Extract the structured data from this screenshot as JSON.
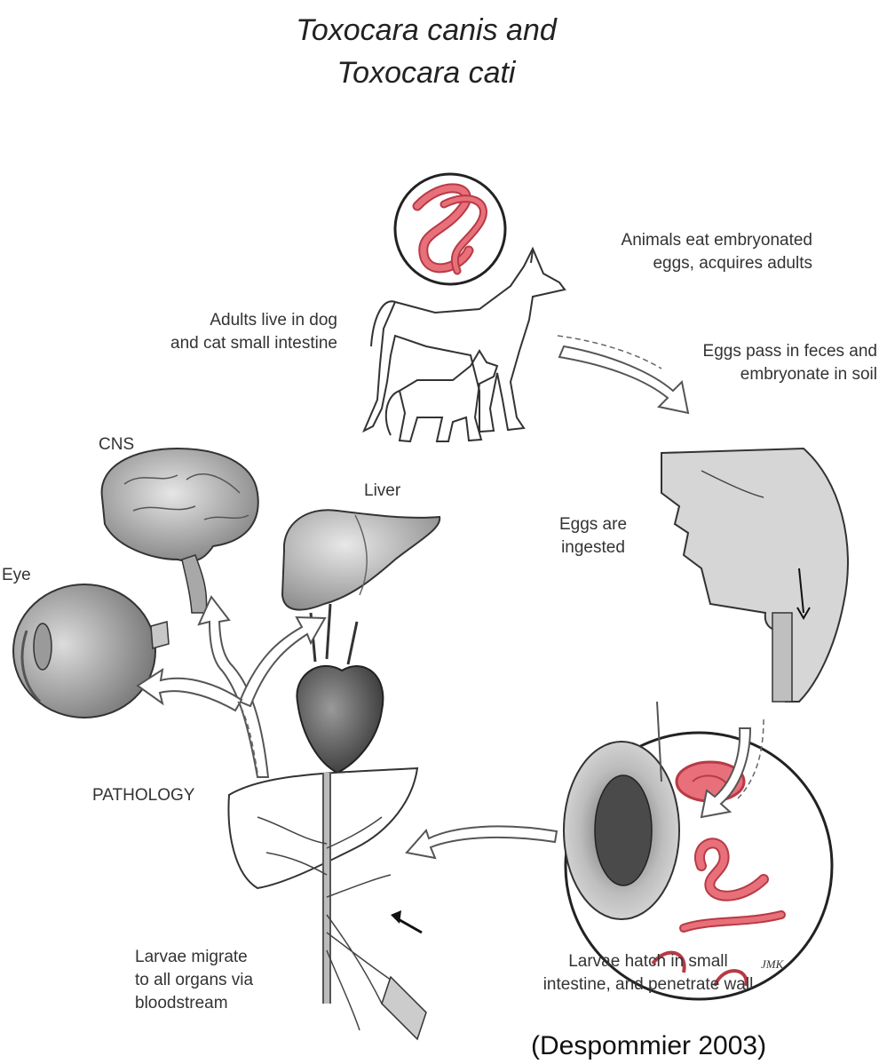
{
  "title": {
    "line1": "Toxocara canis and",
    "line2": "Toxocara cati"
  },
  "steps": {
    "animals_eat": {
      "line1": "Animals eat embryonated",
      "line2": "eggs, acquires adults"
    },
    "adults_live": {
      "line1": "Adults live in dog",
      "line2": "and cat small intestine"
    },
    "eggs_pass": {
      "line1": "Eggs pass in feces and",
      "line2": "embryonate in soil"
    },
    "eggs_ingested": {
      "line1": "Eggs are",
      "line2": "ingested"
    },
    "larvae_hatch": {
      "line1": "Larvae hatch in small",
      "line2": "intestine, and penetrate wall"
    },
    "larvae_migrate": {
      "line1": "Larvae migrate",
      "line2": "to all organs via",
      "line3": "bloodstream"
    }
  },
  "organs": {
    "cns": "CNS",
    "liver": "Liver",
    "eye": "Eye",
    "pathology": "PATHOLOGY"
  },
  "citation": "(Despommier 2003)",
  "colors": {
    "worm": "#e8707a",
    "worm_outline": "#b83a45",
    "organ_fill": "#b9b9b9",
    "organ_dark": "#7d7d7d",
    "arrow_fill": "#ffffff",
    "arrow_stroke": "#555555",
    "line": "#444444"
  },
  "artist_mark": "JMK"
}
